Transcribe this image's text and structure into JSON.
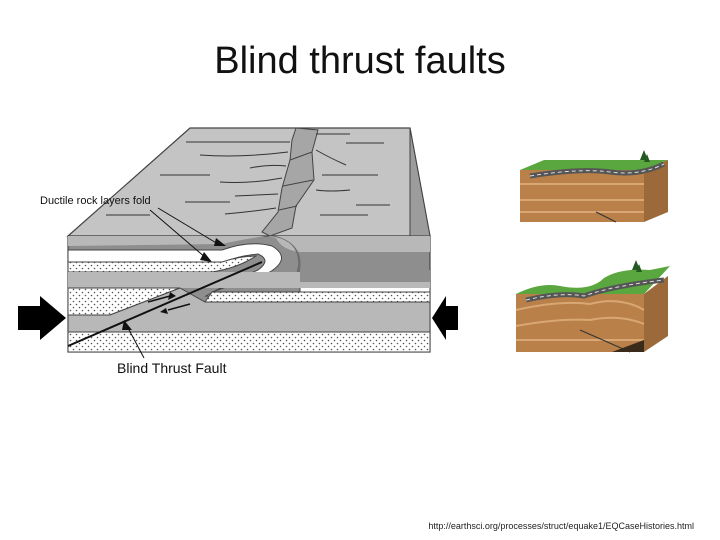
{
  "slide": {
    "title": "Blind thrust faults",
    "source": "http://earthsci.org/processes/struct/equake1/EQCaseHistories.html"
  },
  "diagram": {
    "labels": {
      "fold": "Ductile rock layers fold",
      "fault": "Blind Thrust Fault"
    }
  },
  "colors": {
    "surface": "#c4c4c4",
    "front_dark": "#8e8e8e",
    "arrow": "#000000",
    "grass": "#5aa63f",
    "soil": "#b9804a",
    "road": "#555555"
  }
}
